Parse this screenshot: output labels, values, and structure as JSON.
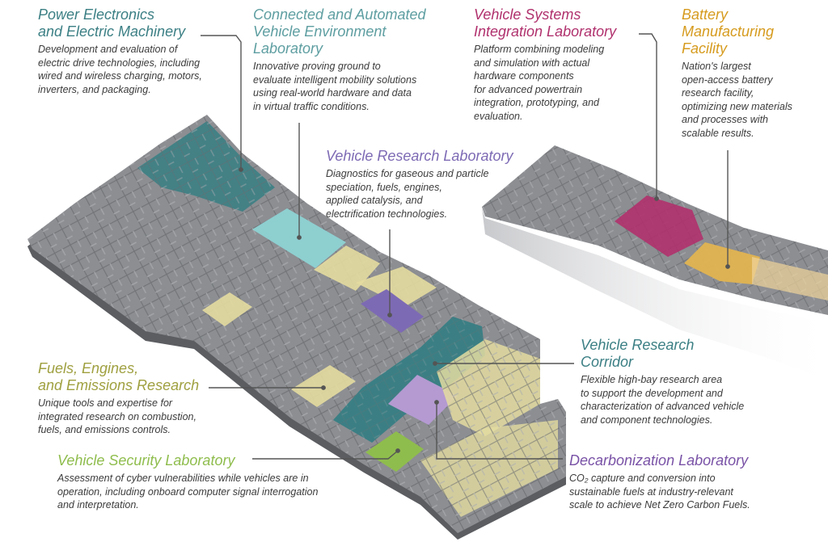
{
  "colors": {
    "teal": "#3b7f84",
    "light_teal": "#5e9ea1",
    "pink": "#b0316d",
    "gold": "#d69b1e",
    "purple": "#7d6ab4",
    "olive": "#9fa040",
    "dark_purple": "#7952a6",
    "green": "#8fbd4d",
    "text_gray": "#3b3b3b",
    "wall_gray": "#8c8e92"
  },
  "callouts": {
    "power_electronics": {
      "title": [
        "Power Electronics",
        "and Electric Machinery"
      ],
      "desc": [
        "Development and evaluation of",
        "electric drive technologies, including",
        "wired and wireless charging, motors,",
        "inverters, and packaging."
      ]
    },
    "cave": {
      "title": [
        "Connected and Automated",
        "Vehicle Environment",
        "Laboratory"
      ],
      "desc": [
        "Innovative proving ground to",
        "evaluate intelligent mobility solutions",
        "using real-world hardware and data",
        "in virtual traffic conditions."
      ]
    },
    "vsi": {
      "title": [
        "Vehicle Systems",
        "Integration Laboratory"
      ],
      "desc": [
        "Platform combining modeling",
        "and simulation with actual",
        "hardware components",
        "for advanced powertrain",
        "integration, prototyping, and",
        "evaluation."
      ]
    },
    "battery": {
      "title": [
        "Battery",
        "Manufacturing",
        "Facility"
      ],
      "desc": [
        "Nation's largest",
        "open-access battery",
        "research facility,",
        "optimizing new materials",
        "and processes with",
        "scalable results."
      ]
    },
    "vrl": {
      "title": [
        "Vehicle Research Laboratory"
      ],
      "desc": [
        "Diagnostics for gaseous and particle",
        "speciation, fuels, engines,",
        "applied catalysis, and",
        "electrification technologies."
      ]
    },
    "fuels": {
      "title": [
        "Fuels, Engines,",
        "and Emissions Research"
      ],
      "desc": [
        "Unique tools and expertise for",
        "integrated research on combustion,",
        "fuels, and emissions controls."
      ]
    },
    "corridor": {
      "title": [
        "Vehicle Research",
        "Corridor"
      ],
      "desc": [
        "Flexible high-bay research area",
        "to support the development and",
        "characterization of advanced vehicle",
        "and component technologies."
      ]
    },
    "security": {
      "title": [
        "Vehicle Security Laboratory"
      ],
      "desc": [
        "Assessment of cyber vulnerabilities while vehicles are in",
        "operation, including onboard computer signal interrogation",
        "and interpretation."
      ]
    },
    "decarb": {
      "title": [
        "Decarbonization Laboratory"
      ],
      "desc": [
        "CO₂ capture and conversion into",
        "sustainable fuels at industry-relevant",
        "scale to achieve Net Zero Carbon Fuels."
      ]
    }
  }
}
